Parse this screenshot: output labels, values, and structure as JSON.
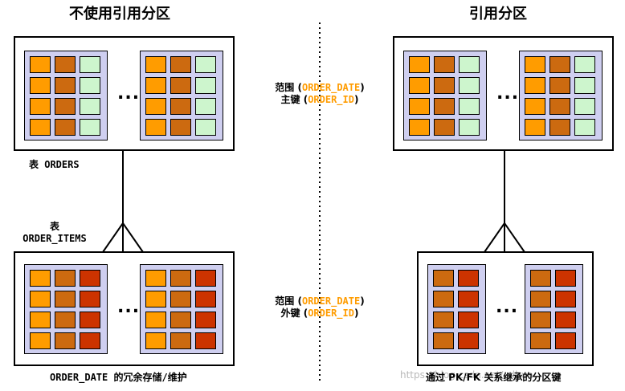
{
  "left_title": "不使用引用分区",
  "right_title": "引用分区",
  "left_orders_label": "表 ORDERS",
  "left_items_label_line1": "表",
  "left_items_label_line2": "ORDER_ITEMS",
  "left_caption": "ORDER_DATE 的冗余存储/维护",
  "right_caption": "通过 PK/FK 关系继承的分区键",
  "middle_top": {
    "line1_prefix": "范围 (",
    "line1_key": "ORDER_DATE",
    "line1_suffix": ")",
    "line2_prefix": "主键 (",
    "line2_key": "ORDER_ID",
    "line2_suffix": ")"
  },
  "middle_bottom": {
    "line1_prefix": "范围 (",
    "line1_key": "ORDER_DATE",
    "line1_suffix": ")",
    "line2_prefix": "外键 (",
    "line2_key": "ORDER_ID",
    "line2_suffix": ")"
  },
  "ellipsis": "...",
  "watermark": "https://blog.csdn.net/...lhua",
  "colors": {
    "orange": "#ff9c00",
    "brown": "#cc6a10",
    "green": "#cdf5cd",
    "red": "#cc3300",
    "partition_bg": "#cfcff0",
    "key_highlight": "#ff9c00"
  }
}
